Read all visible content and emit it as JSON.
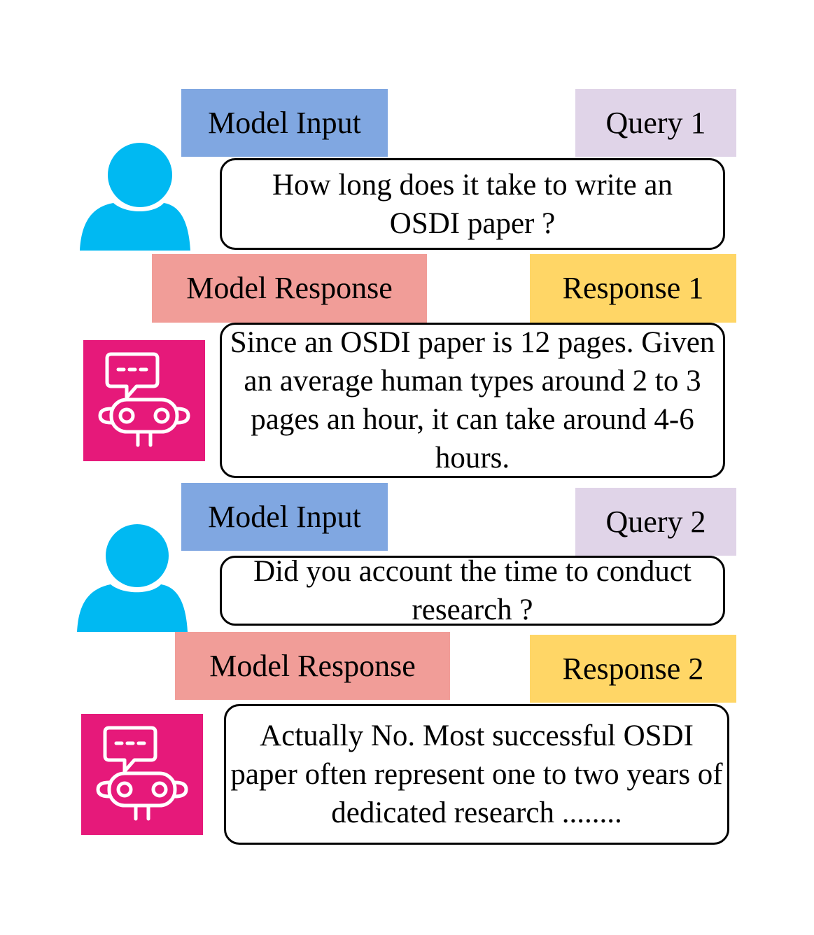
{
  "colors": {
    "user_icon": "#00b9f2",
    "bot_tile": "#e6197a",
    "model_input_tag": "#80a7e1",
    "query_tag": "#e0d4e8",
    "model_response_tag": "#f19d98",
    "response_tag": "#ffd666"
  },
  "turns": [
    {
      "input_label": "Model Input",
      "query_label": "Query 1",
      "query_text": "How long does it take to write an OSDI paper ?",
      "response_label": "Model Response",
      "response_id_label": "Response 1",
      "response_text": "Since an OSDI paper is 12 pages. Given an average human types around 2 to 3 pages an hour, it can take around 4-6 hours."
    },
    {
      "input_label": "Model Input",
      "query_label": "Query 2",
      "query_text": "Did you account the time to conduct research ?",
      "response_label": "Model Response",
      "response_id_label": "Response 2",
      "response_text": "Actually No. Most successful OSDI paper often represent one to two years of dedicated research ........"
    }
  ]
}
